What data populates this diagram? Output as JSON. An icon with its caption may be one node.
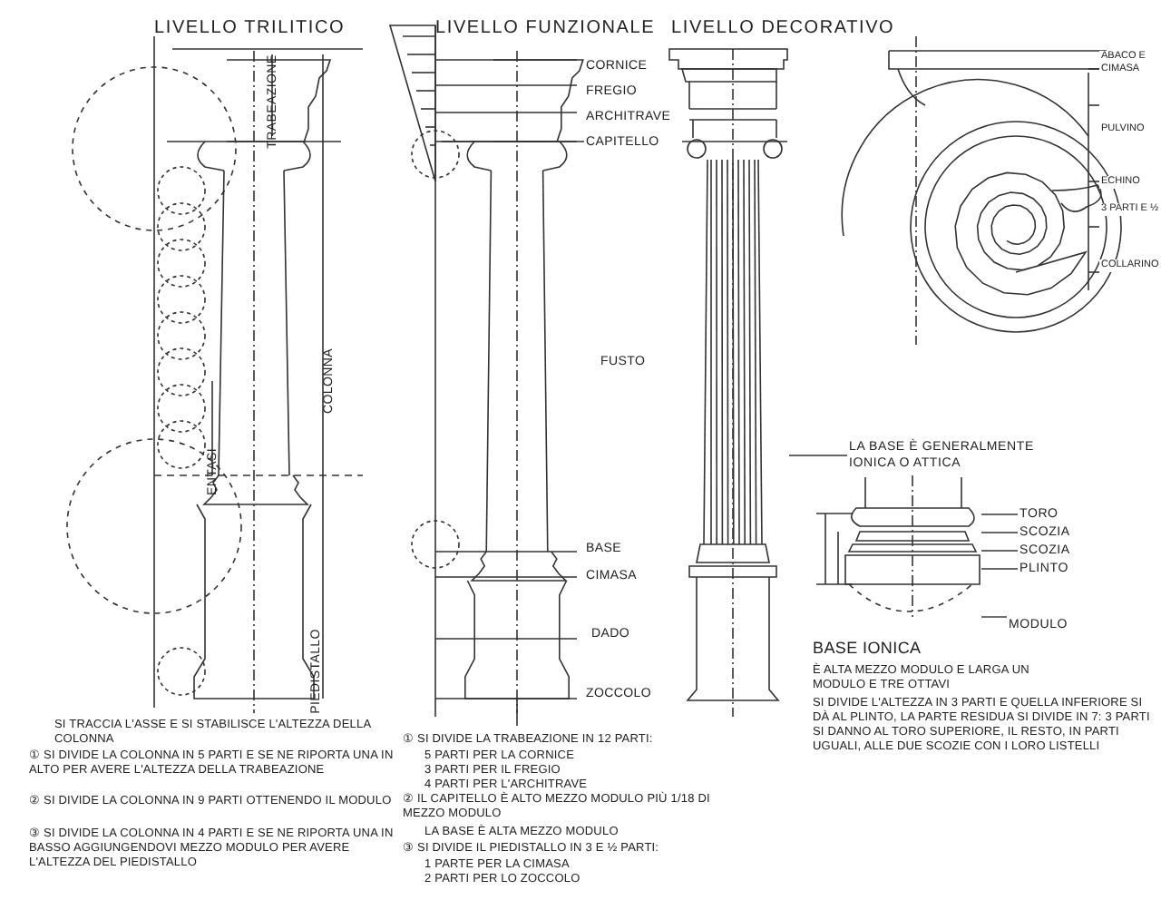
{
  "diagram": {
    "nodes": [
      {
        "text": [
          "LA BASE È GENERALMENTE IONICA O ATTICA"
        ]
      },
      {
        "text": [
          "TORO"
        ]
      },
      {
        "text": [
          "SCOZIA"
        ]
      },
      {
        "text": [
          "SCOZIA"
        ]
      },
      {
        "text": [
          "PLINTO"
        ]
      },
      {
        "text": [
          "MODULO"
        ]
      },
      {
        "text": [],
        "shape": "picture"
      },
      {
        "text": [],
        "shape": "picture"
      }
    ],
    "edges": [
      {
        "from": 0,
        "to": 6,
        "arrow": "none"
      },
      {
        "from": 1,
        "to": 7,
        "arrow": "none"
      },
      {
        "from": 2,
        "to": 7,
        "arrow": "none"
      },
      {
        "from": 3,
        "to": 7,
        "arrow": "none"
      },
      {
        "from": 4,
        "to": 7,
        "arrow": "none"
      },
      {
        "from": 5,
        "to": 7,
        "arrow": "none"
      }
    ],
    "labels": [
      "LIVELLO TRILITICO",
      "LIVELLO FUNZIONALE",
      "LIVELLO DECORATIVO",
      "TRABEAZIONE",
      "CORNICE",
      "FREGIO",
      "ARCHITRAVE",
      "CAPITELLO",
      "ABACO E CIMASA",
      "PULVINO",
      "ECHINO",
      "3 PARTI E ½",
      "COLLARINO",
      "COLONNA",
      "ENTASI",
      "FUSTO",
      "BASE",
      "CIMASA",
      "DADO",
      "PIEDISTALLO",
      "ZOCCOLO",
      "BASE IONICA",
      "È ALTA MEZZO MODULO E LARGA UN MODULO E TRE OTTAVI",
      "SI DIVIDE L'ALTEZZA IN 3 PARTI E QUELLA INFERIORE SI DÀ AL PLINTO, LA PARTE RESIDUA SI DIVIDE IN 7: 3 PARTI SI DANNO AL TORO SUPERIORE, IL RESTO, IN PARTI UGUALI, ALLE DUE SCOZIE CON I LORO LISTELLI",
      "SI TRACCIA L'ASSE E SI STABILISCE L'ALTEZZA DELLA COLONNA",
      "① SI DIVIDE LA COLONNA IN 5 PARTI E SE NE RIPORTA UNA IN ALTO PER AVERE L'ALTEZZA DELLA TRABEAZIONE",
      "② SI DIVIDE LA COLONNA IN 9 PARTI OTTENENDO IL MODULO",
      "③ SI DIVIDE LA COLONNA IN 4 PARTI E SE NE RIPORTA UNA IN BASSO AGGIUNGENDOVI MEZZO MODULO PER AVERE L'ALTEZZA DEL PIEDISTALLO",
      "① SI DIVIDE LA TRABEAZIONE IN 12 PARTI:",
      "5 PARTI PER LA CORNICE",
      "3 PARTI PER IL FREGIO",
      "4 PARTI PER L'ARCHITRAVE",
      "② IL CAPITELLO È ALTO MEZZO MODULO PIÙ 1/18 DI MEZZO MODULO",
      "LA BASE È ALTA MEZZO MODULO",
      "③ SI DIVIDE IL PIEDISTALLO IN 3 E ½ PARTI:",
      "1 PARTE PER LA CIMASA",
      "2 PARTI PER LO ZOCCOLO"
    ]
  }
}
